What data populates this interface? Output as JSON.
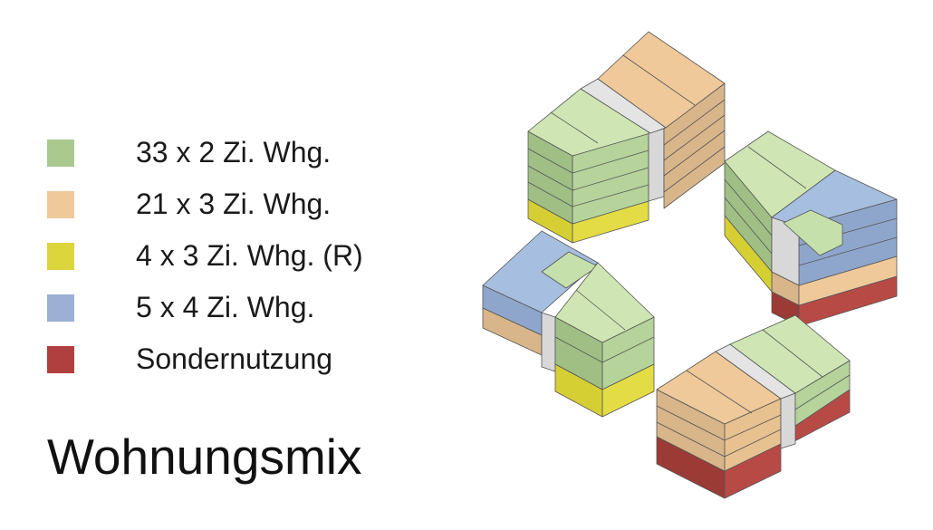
{
  "title": "Wohnungsmix",
  "legend": [
    {
      "label": "33 x 2 Zi. Whg.",
      "color": "#a9c98f"
    },
    {
      "label": "21 x 3 Zi. Whg.",
      "color": "#efc99a"
    },
    {
      "label": "4 x 3 Zi. Whg. (R)",
      "color": "#dcd63c"
    },
    {
      "label": "5 x 4 Zi. Whg.",
      "color": "#9bb0d4"
    },
    {
      "label": "Sondernutzung",
      "color": "#b04040"
    }
  ]
}
